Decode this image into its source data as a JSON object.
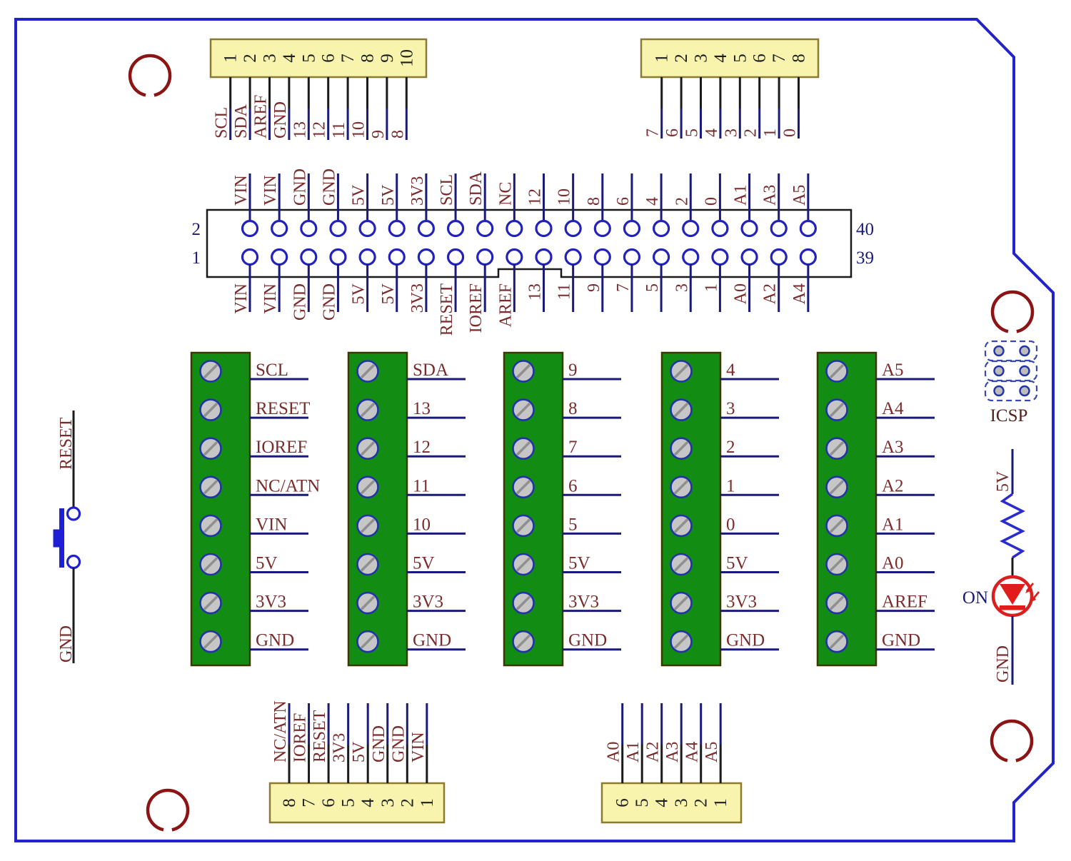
{
  "colors": {
    "board_outline": "#2323cc",
    "label_maroon": "#7a2b2b",
    "wire_navy": "#1a1a78",
    "pin_blue": "#2222bb",
    "block_green": "#128c12",
    "header_yellow": "#f9f4ad",
    "led_red": "#e21b1b",
    "hole_red": "#8c1414",
    "button_blue": "#1f1fd6"
  },
  "top_left_header": {
    "pin_numbers": [
      "1",
      "2",
      "3",
      "4",
      "5",
      "6",
      "7",
      "8",
      "9",
      "10"
    ],
    "signal_labels": [
      "SCL",
      "SDA",
      "AREF",
      "GND",
      "13",
      "12",
      "11",
      "10",
      "9",
      "8"
    ]
  },
  "top_right_header": {
    "pin_numbers": [
      "1",
      "2",
      "3",
      "4",
      "5",
      "6",
      "7",
      "8"
    ],
    "signal_labels": [
      "7",
      "6",
      "5",
      "4",
      "3",
      "2",
      "1",
      "0"
    ]
  },
  "main_connector": {
    "pin_left_top": "2",
    "pin_left_bottom": "1",
    "pin_right_top": "40",
    "pin_right_bottom": "39",
    "top_row_labels": [
      "VIN",
      "VIN",
      "GND",
      "GND",
      "5V",
      "5V",
      "3V3",
      "SCL",
      "SDA",
      "NC",
      "12",
      "10",
      "8",
      "6",
      "4",
      "2",
      "0",
      "A1",
      "A3",
      "A5"
    ],
    "bottom_row_labels": [
      "VIN",
      "VIN",
      "GND",
      "GND",
      "5V",
      "5V",
      "3V3",
      "RESET",
      "IOREF",
      "AREF",
      "13",
      "11",
      "9",
      "7",
      "5",
      "3",
      "1",
      "A0",
      "A2",
      "A4"
    ]
  },
  "terminal_blocks": [
    {
      "labels": [
        "SCL",
        "RESET",
        "IOREF",
        "NC/ATN",
        "VIN",
        "5V",
        "3V3",
        "GND"
      ]
    },
    {
      "labels": [
        "SDA",
        "13",
        "12",
        "11",
        "10",
        "5V",
        "3V3",
        "GND"
      ]
    },
    {
      "labels": [
        "9",
        "8",
        "7",
        "6",
        "5",
        "5V",
        "3V3",
        "GND"
      ]
    },
    {
      "labels": [
        "4",
        "3",
        "2",
        "1",
        "0",
        "5V",
        "3V3",
        "GND"
      ]
    },
    {
      "labels": [
        "A5",
        "A4",
        "A3",
        "A2",
        "A1",
        "A0",
        "AREF",
        "GND"
      ]
    }
  ],
  "reset_button": {
    "top_label": "RESET",
    "bottom_label": "GND"
  },
  "icsp_header": {
    "label": "ICSP"
  },
  "power_led": {
    "top_label": "5V",
    "indicator_label": "ON",
    "bottom_label": "GND"
  },
  "bottom_left_header": {
    "pin_numbers": [
      "8",
      "7",
      "6",
      "5",
      "4",
      "3",
      "2",
      "1"
    ],
    "signal_labels": [
      "NC/ATN",
      "IOREF",
      "RESET",
      "3V3",
      "5V",
      "GND",
      "GND",
      "VIN"
    ]
  },
  "bottom_right_header": {
    "pin_numbers": [
      "6",
      "5",
      "4",
      "3",
      "2",
      "1"
    ],
    "signal_labels": [
      "A0",
      "A1",
      "A2",
      "A3",
      "A4",
      "A5"
    ]
  }
}
